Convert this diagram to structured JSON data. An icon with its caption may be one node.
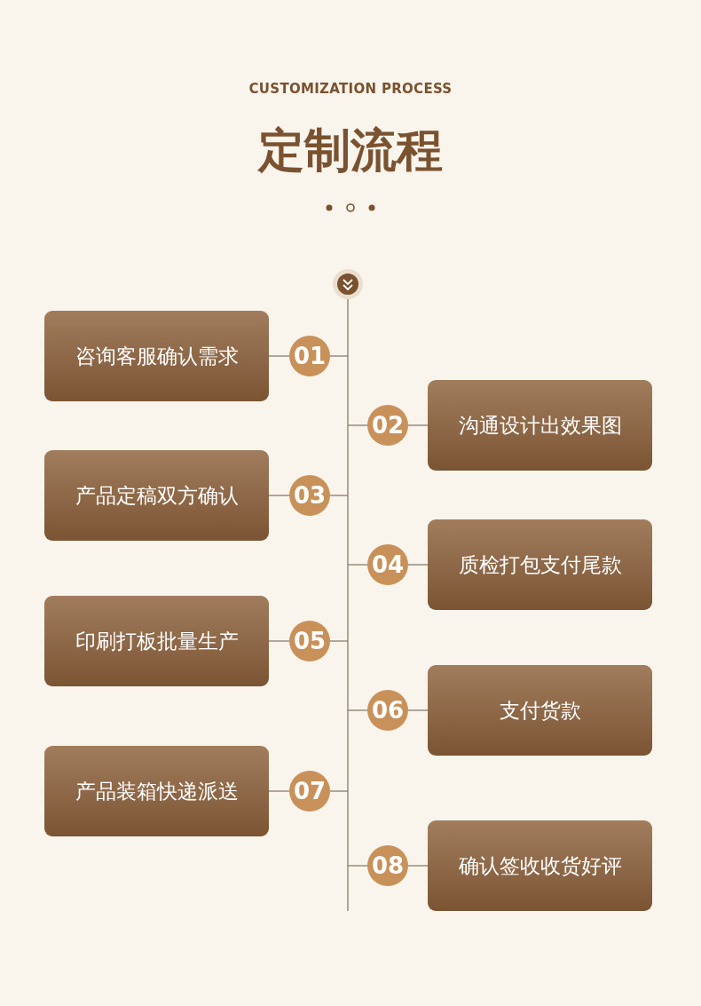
{
  "diagram": {
    "title": "定制流程",
    "nodes": [
      {
        "text": [
          "咨询客服确认需求"
        ]
      },
      {
        "text": [
          "01"
        ]
      },
      {
        "text": [
          "02"
        ]
      },
      {
        "text": [
          "沟通设计出效果图"
        ]
      },
      {
        "text": [
          "产品定稿双方确认"
        ]
      },
      {
        "text": [
          "03"
        ]
      },
      {
        "text": [
          "04"
        ]
      },
      {
        "text": [
          "质检打包支付尾款"
        ]
      },
      {
        "text": [
          "印刷打板批量生产"
        ]
      },
      {
        "text": [
          "05"
        ]
      },
      {
        "text": [
          "06"
        ]
      },
      {
        "text": [
          "支付货款"
        ]
      },
      {
        "text": [
          "产品装箱快递派送"
        ]
      },
      {
        "text": [
          "07"
        ]
      },
      {
        "text": [
          "08"
        ]
      },
      {
        "text": [
          "确认签收收货好评"
        ]
      }
    ],
    "edges": [
      {
        "from": 1,
        "to": 0,
        "arrow": "none"
      },
      {
        "from": 2,
        "to": 3,
        "arrow": "none"
      },
      {
        "from": 5,
        "to": 4,
        "arrow": "none"
      },
      {
        "from": 6,
        "to": 7,
        "arrow": "none"
      },
      {
        "from": 9,
        "to": 8,
        "arrow": "none"
      },
      {
        "from": 10,
        "to": 11,
        "arrow": "none"
      },
      {
        "from": 13,
        "to": 12,
        "arrow": "none"
      },
      {
        "from": 14,
        "to": 15,
        "arrow": "none"
      }
    ],
    "labels": [
      "CUSTOMIZATION PROCESS"
    ]
  }
}
